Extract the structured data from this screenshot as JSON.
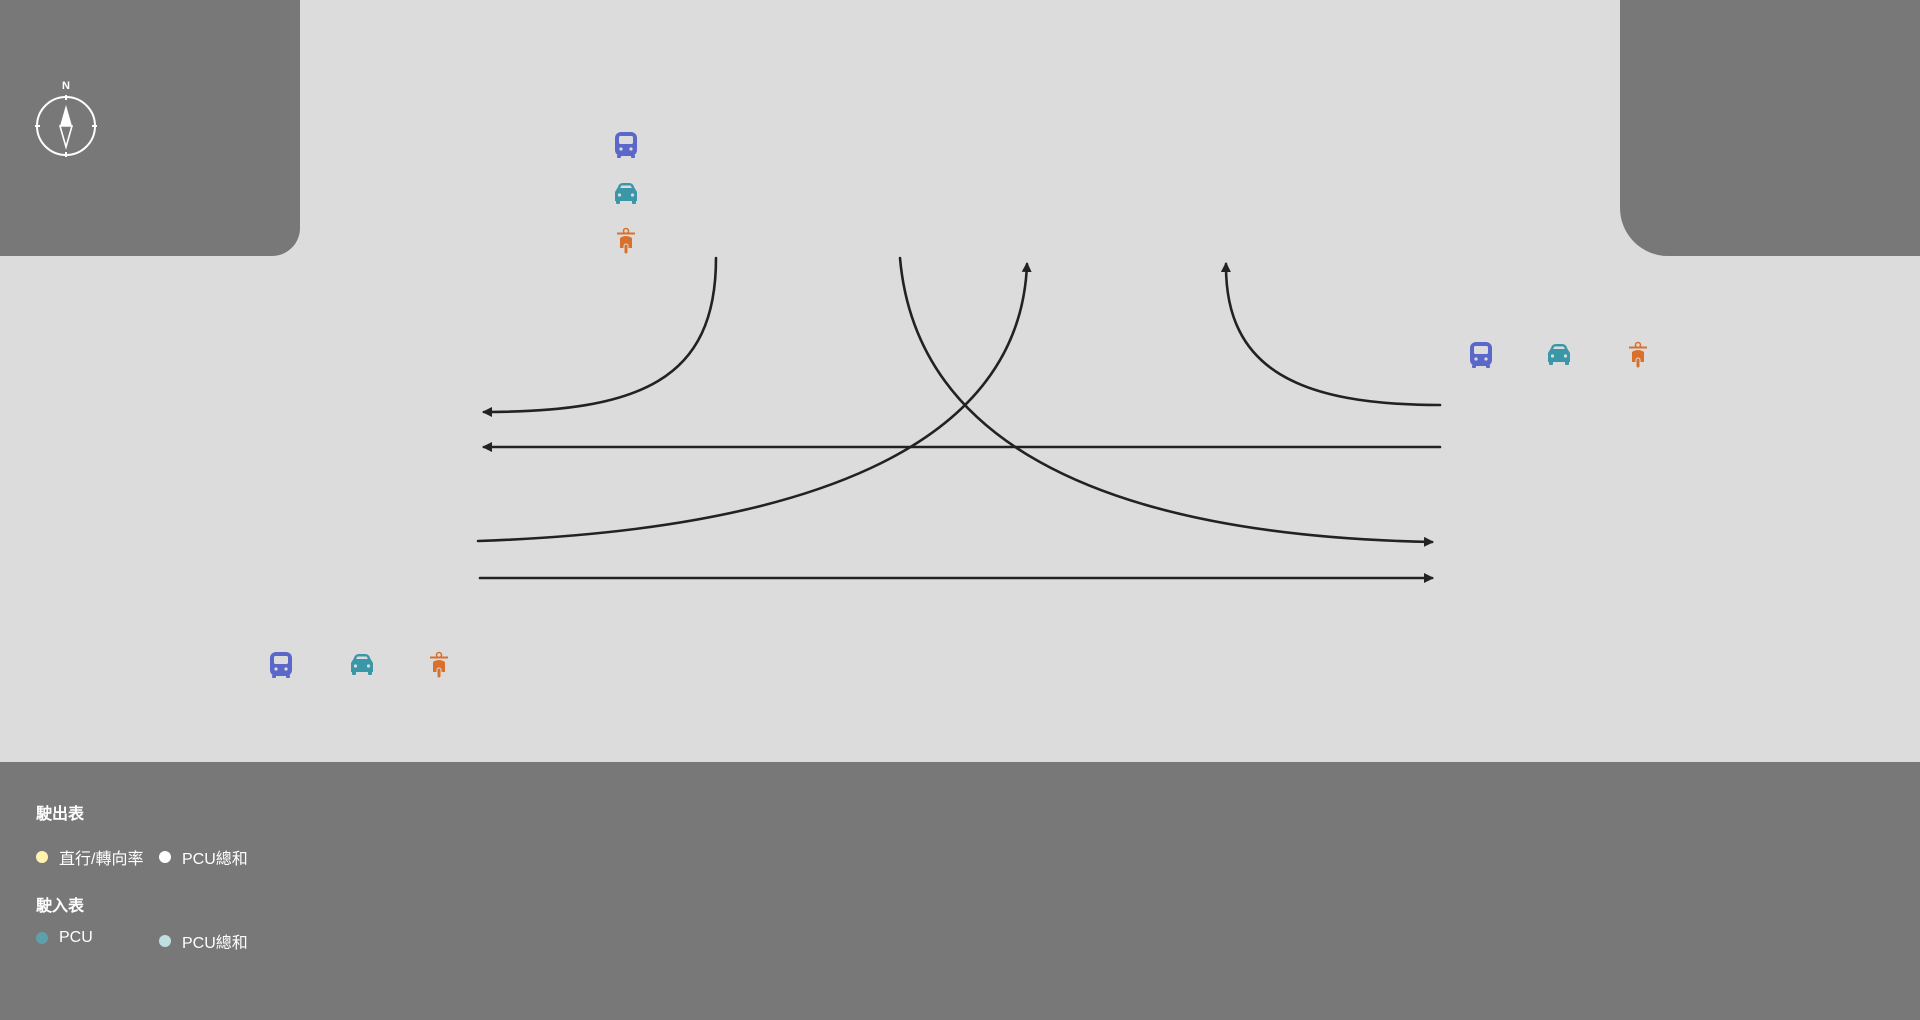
{
  "compass": {
    "north_label": "N",
    "icon": "compass-icon"
  },
  "approaches": {
    "north": {
      "icons": [
        "bus-icon",
        "car-icon",
        "scooter-icon"
      ]
    },
    "east": {
      "icons": [
        "bus-icon",
        "car-icon",
        "scooter-icon"
      ]
    },
    "west": {
      "icons": [
        "bus-icon",
        "car-icon",
        "scooter-icon"
      ]
    }
  },
  "movements": [
    {
      "id": "north-right-turn-to-west",
      "from": "north",
      "to": "west",
      "type": "right-turn"
    },
    {
      "id": "north-left-turn-to-east",
      "from": "north",
      "to": "east",
      "type": "left-turn"
    },
    {
      "id": "west-left-turn-to-north",
      "from": "west",
      "to": "north",
      "type": "left-turn"
    },
    {
      "id": "east-right-turn-to-north",
      "from": "east",
      "to": "north",
      "type": "right-turn"
    },
    {
      "id": "east-through-to-west",
      "from": "east",
      "to": "west",
      "type": "through"
    },
    {
      "id": "west-through-to-east",
      "from": "west",
      "to": "east",
      "type": "through"
    }
  ],
  "legend": {
    "exit_table": {
      "title": "駛出表",
      "items": [
        {
          "label": "直行/轉向率",
          "color": "#fff3b0"
        },
        {
          "label": "PCU總和",
          "color": "#ffffff"
        }
      ]
    },
    "entry_table": {
      "title": "駛入表",
      "items": [
        {
          "label": "PCU",
          "color": "#5fa0a8"
        },
        {
          "label": "PCU總和",
          "color": "#bfe0e0"
        }
      ]
    }
  },
  "colors": {
    "road": "#dcdcdc",
    "block": "#787878",
    "arrow": "#222222",
    "bus": "#5b67c9",
    "car": "#3a97a8",
    "scooter": "#d9702c"
  }
}
